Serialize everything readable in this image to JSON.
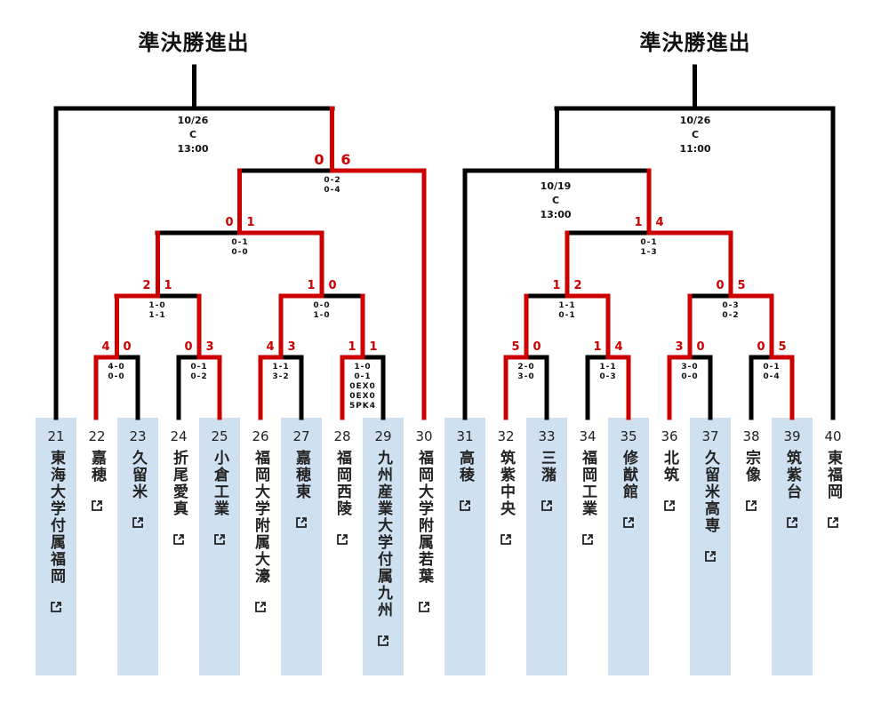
{
  "titles": {
    "left": "準決勝進出",
    "right": "準決勝進出"
  },
  "schedule": [
    {
      "date": "10/26",
      "venue": "C",
      "time": "13:00"
    },
    {
      "date": "10/26",
      "venue": "C",
      "time": "11:00"
    },
    {
      "date": "10/19",
      "venue": "C",
      "time": "13:00"
    }
  ],
  "matches": [
    {
      "score": [
        "4",
        "0"
      ],
      "sub": [
        "4-0",
        "0-0"
      ]
    },
    {
      "score": [
        "0",
        "3"
      ],
      "sub": [
        "0-1",
        "0-2"
      ]
    },
    {
      "score": [
        "4",
        "3"
      ],
      "sub": [
        "1-1",
        "3-2"
      ]
    },
    {
      "score": [
        "1",
        "1"
      ],
      "sub": [
        "1-0",
        "0-1",
        "0EX0",
        "0EX0",
        "5PK4"
      ]
    },
    {
      "score": [
        "2",
        "1"
      ],
      "sub": [
        "1-0",
        "1-1"
      ]
    },
    {
      "score": [
        "1",
        "0"
      ],
      "sub": [
        "0-0",
        "1-0"
      ]
    },
    {
      "score": [
        "0",
        "1"
      ],
      "sub": [
        "0-1",
        "0-0"
      ]
    },
    {
      "score": [
        "0",
        "6"
      ],
      "sub": [
        "0-2",
        "0-4"
      ]
    },
    {
      "score": [
        "5",
        "0"
      ],
      "sub": [
        "2-0",
        "3-0"
      ]
    },
    {
      "score": [
        "1",
        "4"
      ],
      "sub": [
        "1-1",
        "0-3"
      ]
    },
    {
      "score": [
        "3",
        "0"
      ],
      "sub": [
        "3-0",
        "0-0"
      ]
    },
    {
      "score": [
        "0",
        "5"
      ],
      "sub": [
        "0-1",
        "0-4"
      ]
    },
    {
      "score": [
        "1",
        "2"
      ],
      "sub": [
        "1-1",
        "0-1"
      ]
    },
    {
      "score": [
        "0",
        "5"
      ],
      "sub": [
        "0-3",
        "0-2"
      ]
    },
    {
      "score": [
        "1",
        "4"
      ],
      "sub": [
        "0-1",
        "1-3"
      ]
    }
  ],
  "teams": [
    {
      "no": "21",
      "name": "東海大学付属福岡"
    },
    {
      "no": "22",
      "name": "嘉穂"
    },
    {
      "no": "23",
      "name": "久留米"
    },
    {
      "no": "24",
      "name": "折尾愛真"
    },
    {
      "no": "25",
      "name": "小倉工業"
    },
    {
      "no": "26",
      "name": "福岡大学附属大濠"
    },
    {
      "no": "27",
      "name": "嘉穂東"
    },
    {
      "no": "28",
      "name": "福岡西陵"
    },
    {
      "no": "29",
      "name": "九州産業大学付属九州"
    },
    {
      "no": "30",
      "name": "福岡大学附属若葉"
    },
    {
      "no": "31",
      "name": "高稜"
    },
    {
      "no": "32",
      "name": "筑紫中央"
    },
    {
      "no": "33",
      "name": "三潴"
    },
    {
      "no": "34",
      "name": "福岡工業"
    },
    {
      "no": "35",
      "name": "修猷館"
    },
    {
      "no": "36",
      "name": "北筑"
    },
    {
      "no": "37",
      "name": "久留米高専"
    },
    {
      "no": "38",
      "name": "宗像"
    },
    {
      "no": "39",
      "name": "筑紫台"
    },
    {
      "no": "40",
      "name": "東福岡"
    }
  ],
  "colors": {
    "winner_line": "#cc0000",
    "line": "#000000",
    "shade": "#cfe0f0",
    "score": "#cc0000"
  },
  "icons": {
    "team_link": "external-link-icon"
  }
}
